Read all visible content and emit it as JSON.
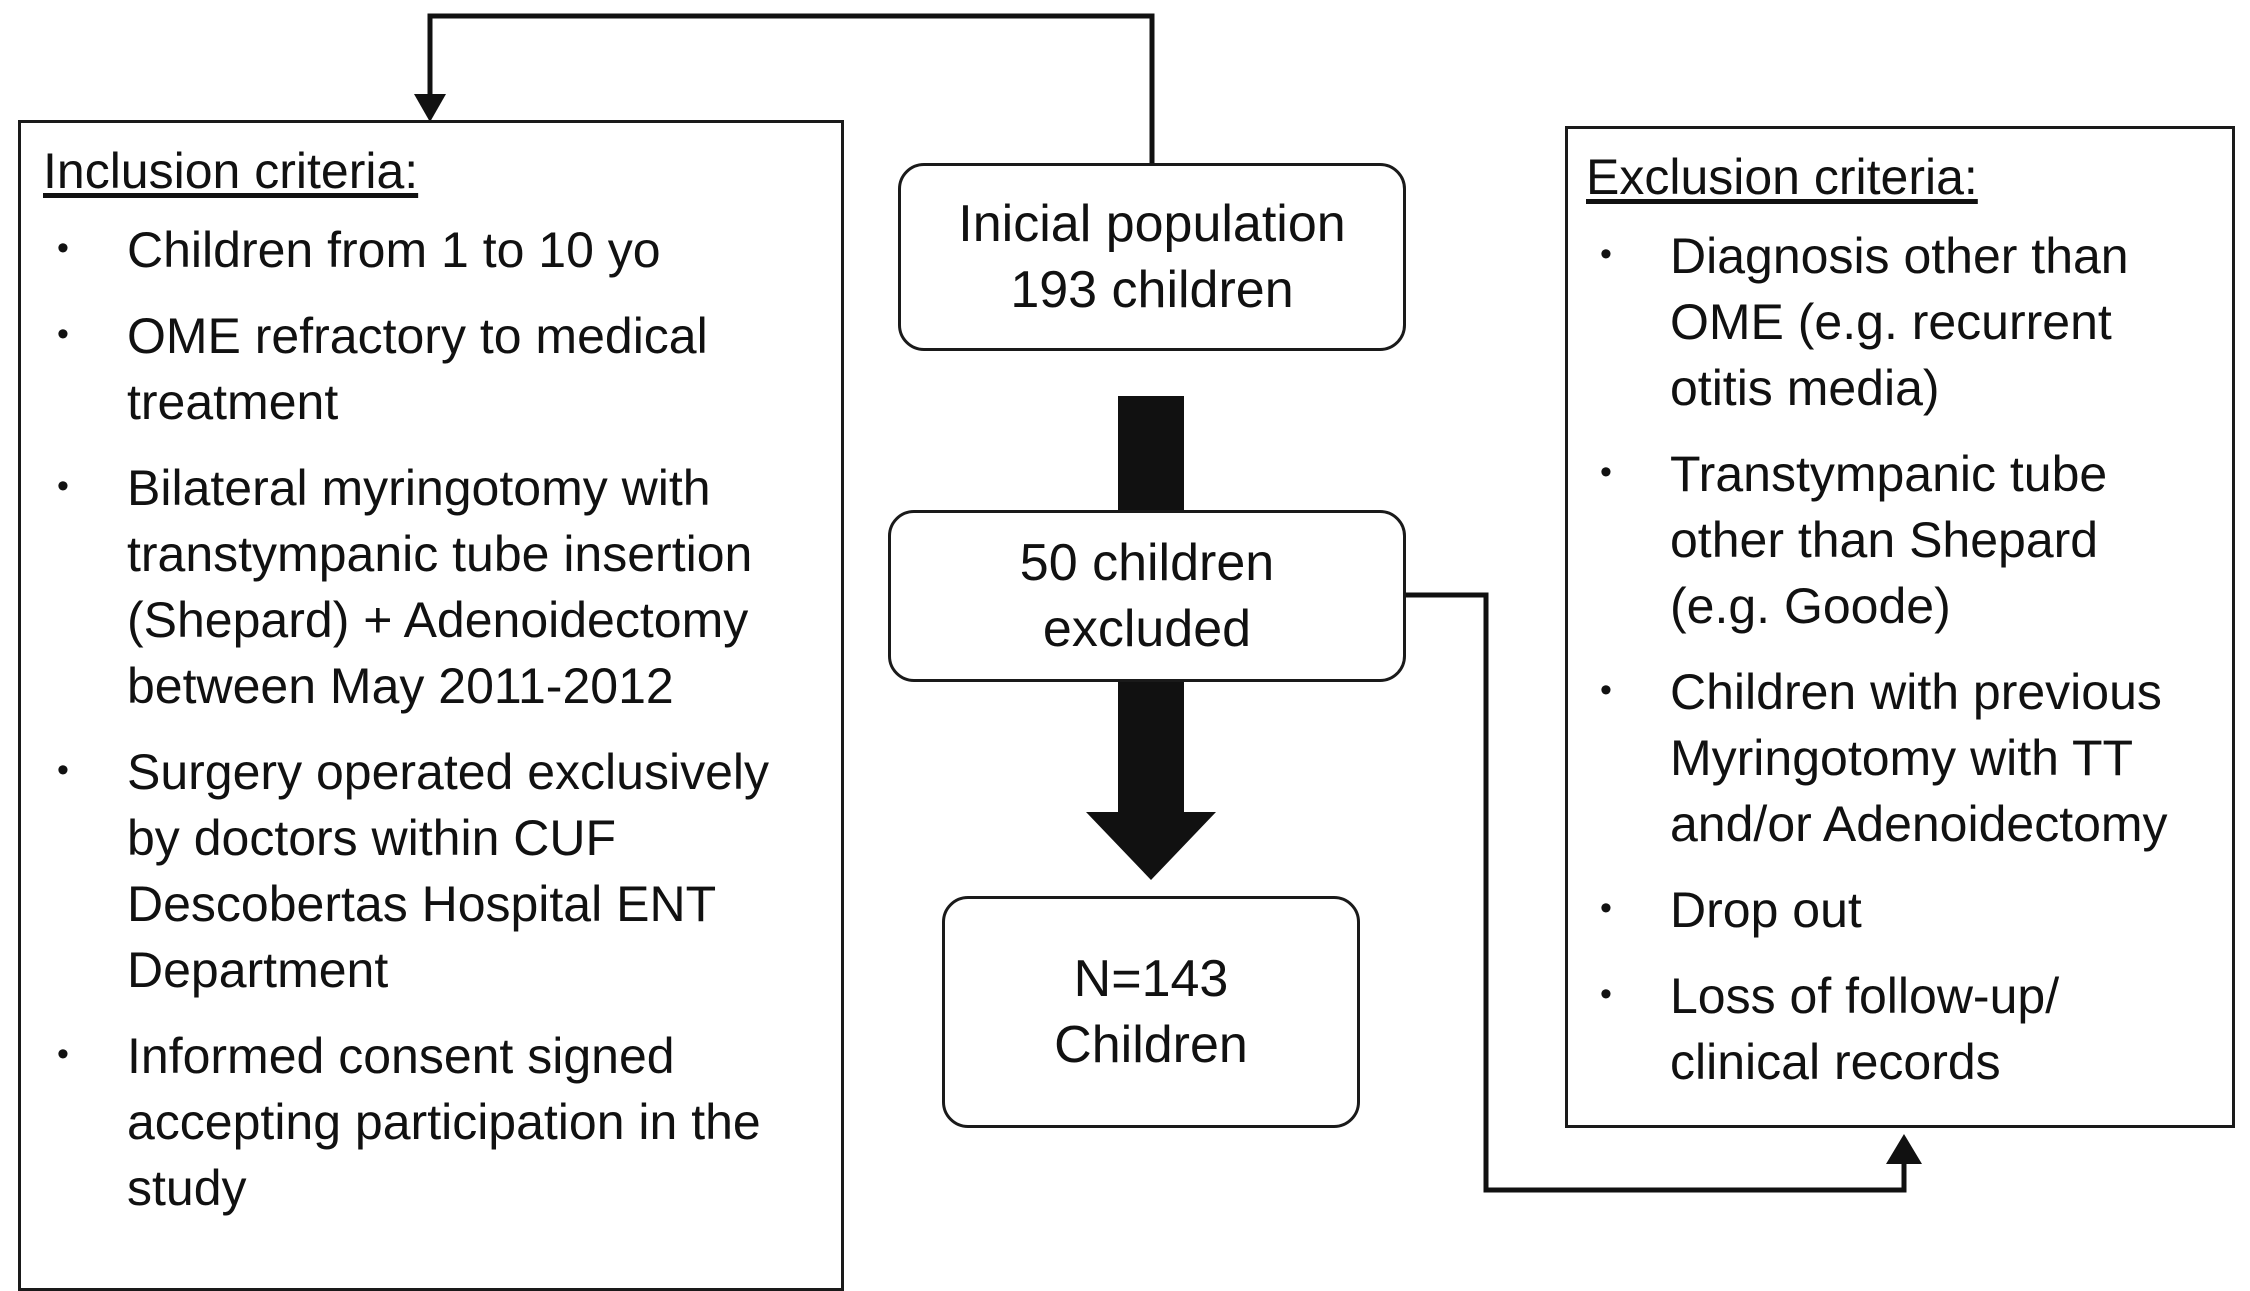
{
  "inclusion": {
    "heading": "Inclusion criteria:",
    "items": [
      "Children from 1 to 10 yo",
      "OME refractory to medical treatment",
      "Bilateral myringotomy with transtympanic tube insertion (Shepard) + Adenoidectomy between May 2011-2012",
      "Surgery operated exclusively by doctors within CUF Descobertas Hospital ENT Department",
      "Informed consent signed accepting participation in the study"
    ]
  },
  "flow": {
    "initial": "Inicial population\n193 children",
    "excluded": "50 children\nexcluded",
    "final": "N=143\nChildren"
  },
  "exclusion": {
    "heading": "Exclusion criteria:",
    "items": [
      "Diagnosis other than OME (e.g. recurrent otitis media)",
      "Transtympanic tube other than Shepard (e.g. Goode)",
      "Children with previous Myringotomy with TT and/or Adenoidectomy",
      "Drop out",
      "Loss of follow-up/ clinical records"
    ]
  },
  "bullet": "•"
}
